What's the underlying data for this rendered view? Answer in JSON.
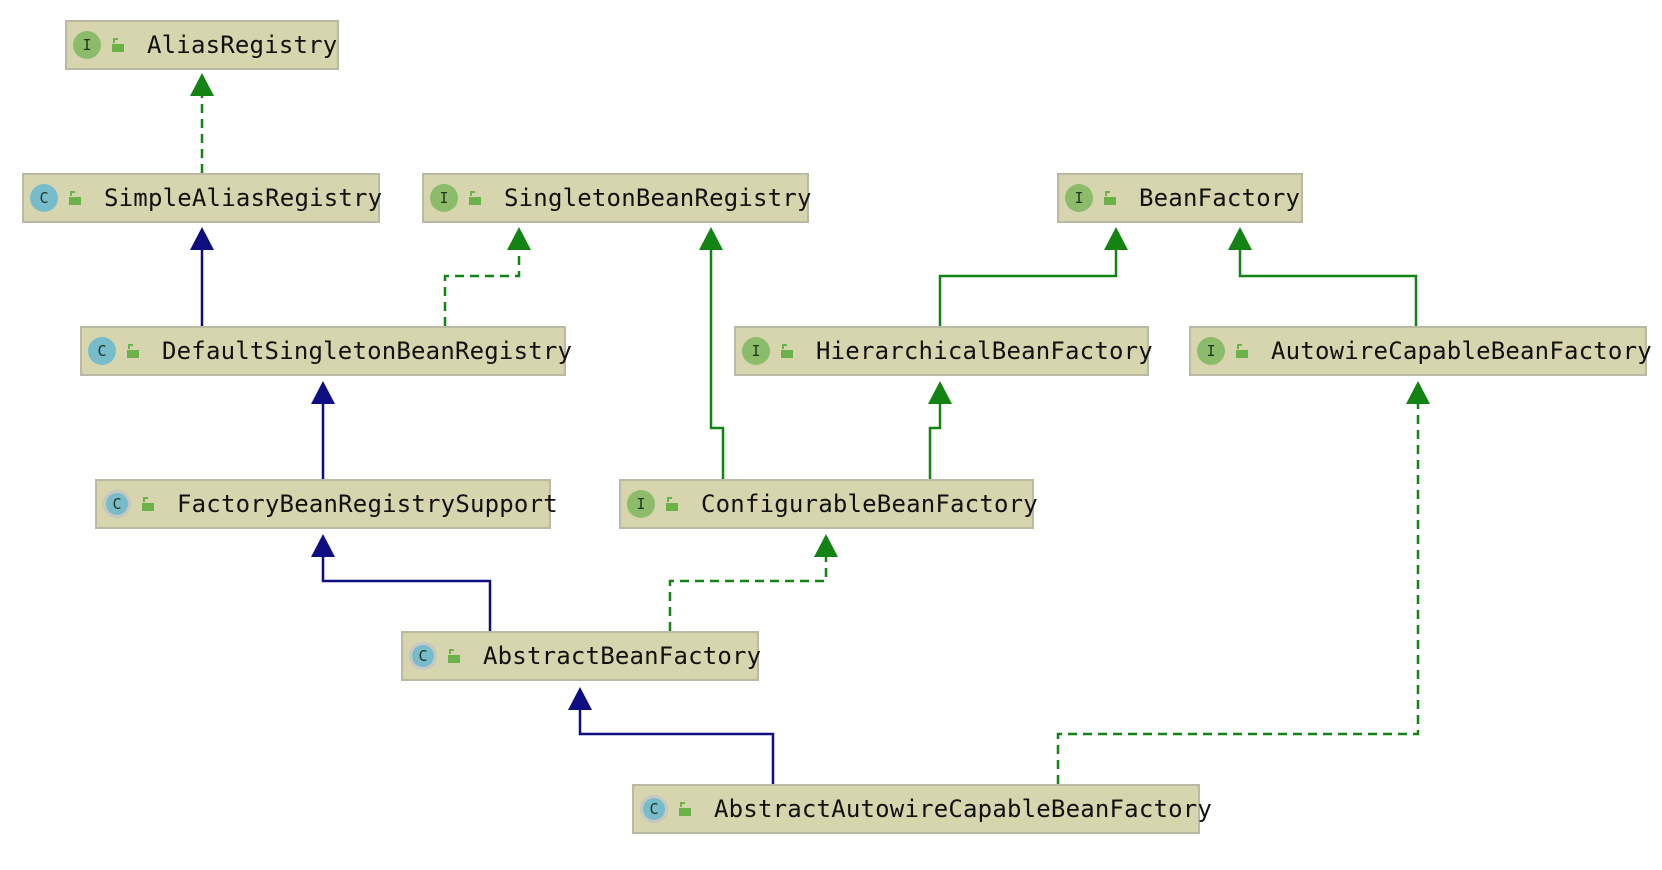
{
  "diagram": {
    "nodes": [
      {
        "id": "alias-registry",
        "name": "AliasRegistry",
        "kind": "I",
        "type": "interface"
      },
      {
        "id": "simple-alias-registry",
        "name": "SimpleAliasRegistry",
        "kind": "C",
        "type": "class"
      },
      {
        "id": "singleton-bean-registry",
        "name": "SingletonBeanRegistry",
        "kind": "I",
        "type": "interface"
      },
      {
        "id": "bean-factory",
        "name": "BeanFactory",
        "kind": "I",
        "type": "interface"
      },
      {
        "id": "default-singleton-bean-registry",
        "name": "DefaultSingletonBeanRegistry",
        "kind": "C",
        "type": "class"
      },
      {
        "id": "hierarchical-bean-factory",
        "name": "HierarchicalBeanFactory",
        "kind": "I",
        "type": "interface"
      },
      {
        "id": "autowire-capable-bean-factory",
        "name": "AutowireCapableBeanFactory",
        "kind": "I",
        "type": "interface"
      },
      {
        "id": "factory-bean-registry-support",
        "name": "FactoryBeanRegistrySupport",
        "kind": "C",
        "type": "abstract"
      },
      {
        "id": "configurable-bean-factory",
        "name": "ConfigurableBeanFactory",
        "kind": "I",
        "type": "interface"
      },
      {
        "id": "abstract-bean-factory",
        "name": "AbstractBeanFactory",
        "kind": "C",
        "type": "abstract"
      },
      {
        "id": "abstract-autowire-capable-bean-factory",
        "name": "AbstractAutowireCapableBeanFactory",
        "kind": "C",
        "type": "abstract"
      }
    ],
    "edges": [
      {
        "from": "simple-alias-registry",
        "to": "alias-registry",
        "relation": "implements"
      },
      {
        "from": "default-singleton-bean-registry",
        "to": "simple-alias-registry",
        "relation": "extends"
      },
      {
        "from": "default-singleton-bean-registry",
        "to": "singleton-bean-registry",
        "relation": "implements"
      },
      {
        "from": "factory-bean-registry-support",
        "to": "default-singleton-bean-registry",
        "relation": "extends"
      },
      {
        "from": "configurable-bean-factory",
        "to": "singleton-bean-registry",
        "relation": "interface-extends"
      },
      {
        "from": "configurable-bean-factory",
        "to": "hierarchical-bean-factory",
        "relation": "interface-extends"
      },
      {
        "from": "hierarchical-bean-factory",
        "to": "bean-factory",
        "relation": "interface-extends"
      },
      {
        "from": "autowire-capable-bean-factory",
        "to": "bean-factory",
        "relation": "interface-extends"
      },
      {
        "from": "abstract-bean-factory",
        "to": "factory-bean-registry-support",
        "relation": "extends"
      },
      {
        "from": "abstract-bean-factory",
        "to": "configurable-bean-factory",
        "relation": "implements"
      },
      {
        "from": "abstract-autowire-capable-bean-factory",
        "to": "abstract-bean-factory",
        "relation": "extends"
      },
      {
        "from": "abstract-autowire-capable-bean-factory",
        "to": "autowire-capable-bean-factory",
        "relation": "implements"
      }
    ]
  },
  "colors": {
    "node_fill": "#d6d5ae",
    "node_border": "#b9b9a4",
    "extends": "#0e0e80",
    "implements": "#138313",
    "interface_badge": "#8cbb6a",
    "class_badge": "#76bccb",
    "lock_icon": "#6cb24a"
  },
  "icons": {
    "interface": "interface-badge-icon",
    "class": "class-badge-icon",
    "abstract": "abstract-class-badge-icon",
    "visibility": "public-lock-icon"
  }
}
